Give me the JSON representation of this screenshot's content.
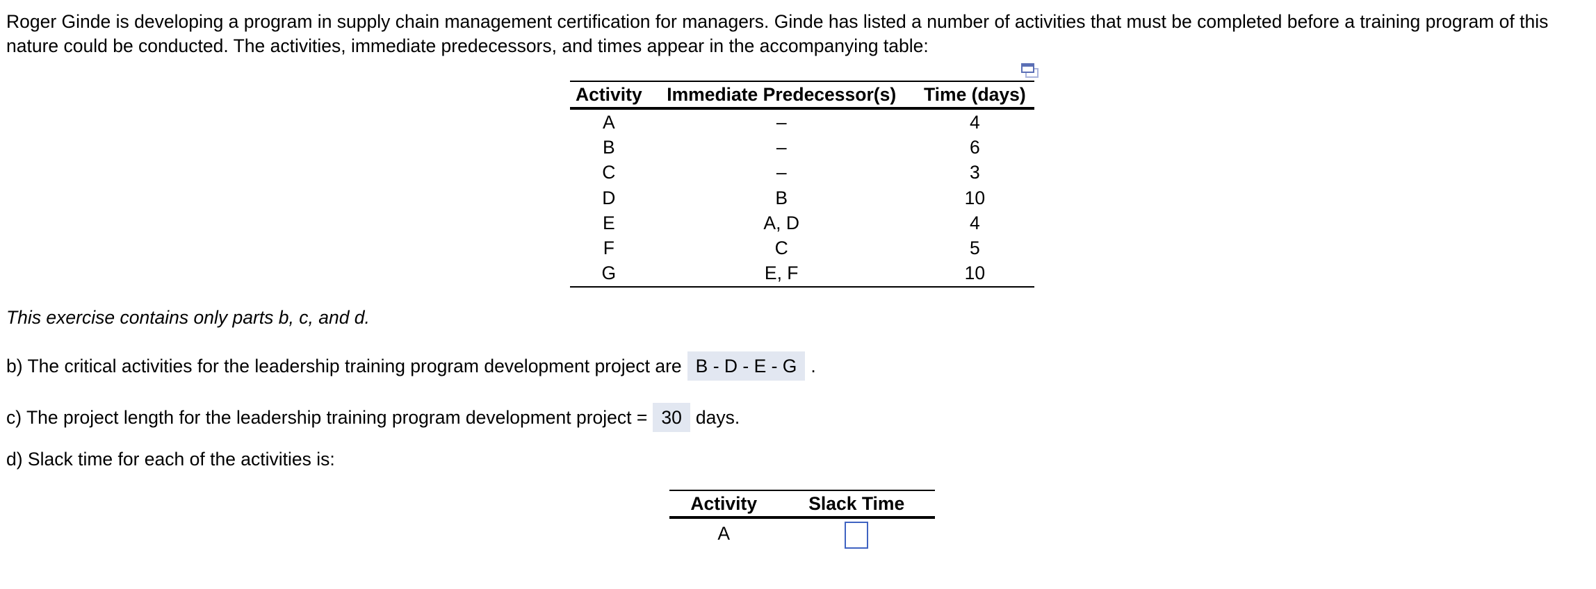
{
  "problem": {
    "intro": "Roger Ginde is developing a program in supply chain management certification for managers. Ginde has listed a number of activities that must be completed before a training program of this nature could be conducted. The activities, immediate predecessors, and times appear in the accompanying table:",
    "popout_icon": "popout-window-icon"
  },
  "activity_table": {
    "headers": [
      "Activity",
      "Immediate Predecessor(s)",
      "Time (days)"
    ],
    "rows": [
      {
        "activity": "A",
        "predecessors": "–",
        "time": "4"
      },
      {
        "activity": "B",
        "predecessors": "–",
        "time": "6"
      },
      {
        "activity": "C",
        "predecessors": "–",
        "time": "3"
      },
      {
        "activity": "D",
        "predecessors": "B",
        "time": "10"
      },
      {
        "activity": "E",
        "predecessors": "A, D",
        "time": "4"
      },
      {
        "activity": "F",
        "predecessors": "C",
        "time": "5"
      },
      {
        "activity": "G",
        "predecessors": "E, F",
        "time": "10"
      }
    ]
  },
  "note": "This exercise contains only parts b, c, and d.",
  "part_b": {
    "prefix": "b) The critical activities for the leadership training program development project are",
    "answer": "B - D - E - G",
    "suffix": "."
  },
  "part_c": {
    "prefix": "c) The project length for the leadership training program development project =",
    "answer": "30",
    "suffix": "days."
  },
  "part_d": {
    "prompt": "d) Slack time for each of the activities is:"
  },
  "slack_table": {
    "headers": [
      "Activity",
      "Slack Time"
    ],
    "rows": [
      {
        "activity": "A",
        "slack": ""
      }
    ]
  },
  "colors": {
    "answer_bg": "#e2e7f1",
    "input_border": "#3f63c1",
    "icon": "#5b6fb5"
  }
}
